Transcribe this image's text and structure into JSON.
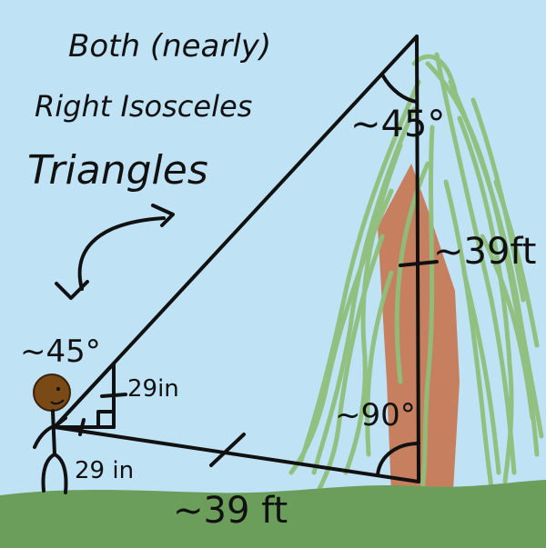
{
  "title": {
    "line1": "Both (nearly)",
    "line2": "Right Isosceles",
    "line3": "Triangles"
  },
  "labels": {
    "angle_top": "~45°",
    "height_tree": "~39ft",
    "angle_bottom_right": "~90°",
    "base": "~39 ft",
    "angle_person": "~45°",
    "small_height": "29in",
    "small_base": "29 in"
  },
  "colors": {
    "sky": "#bfe3f5",
    "ground": "#6a9e5a",
    "foliage": "#8fbf7a",
    "trunk": "#c8744f",
    "ink": "#111111",
    "head": "#7a4a16"
  }
}
